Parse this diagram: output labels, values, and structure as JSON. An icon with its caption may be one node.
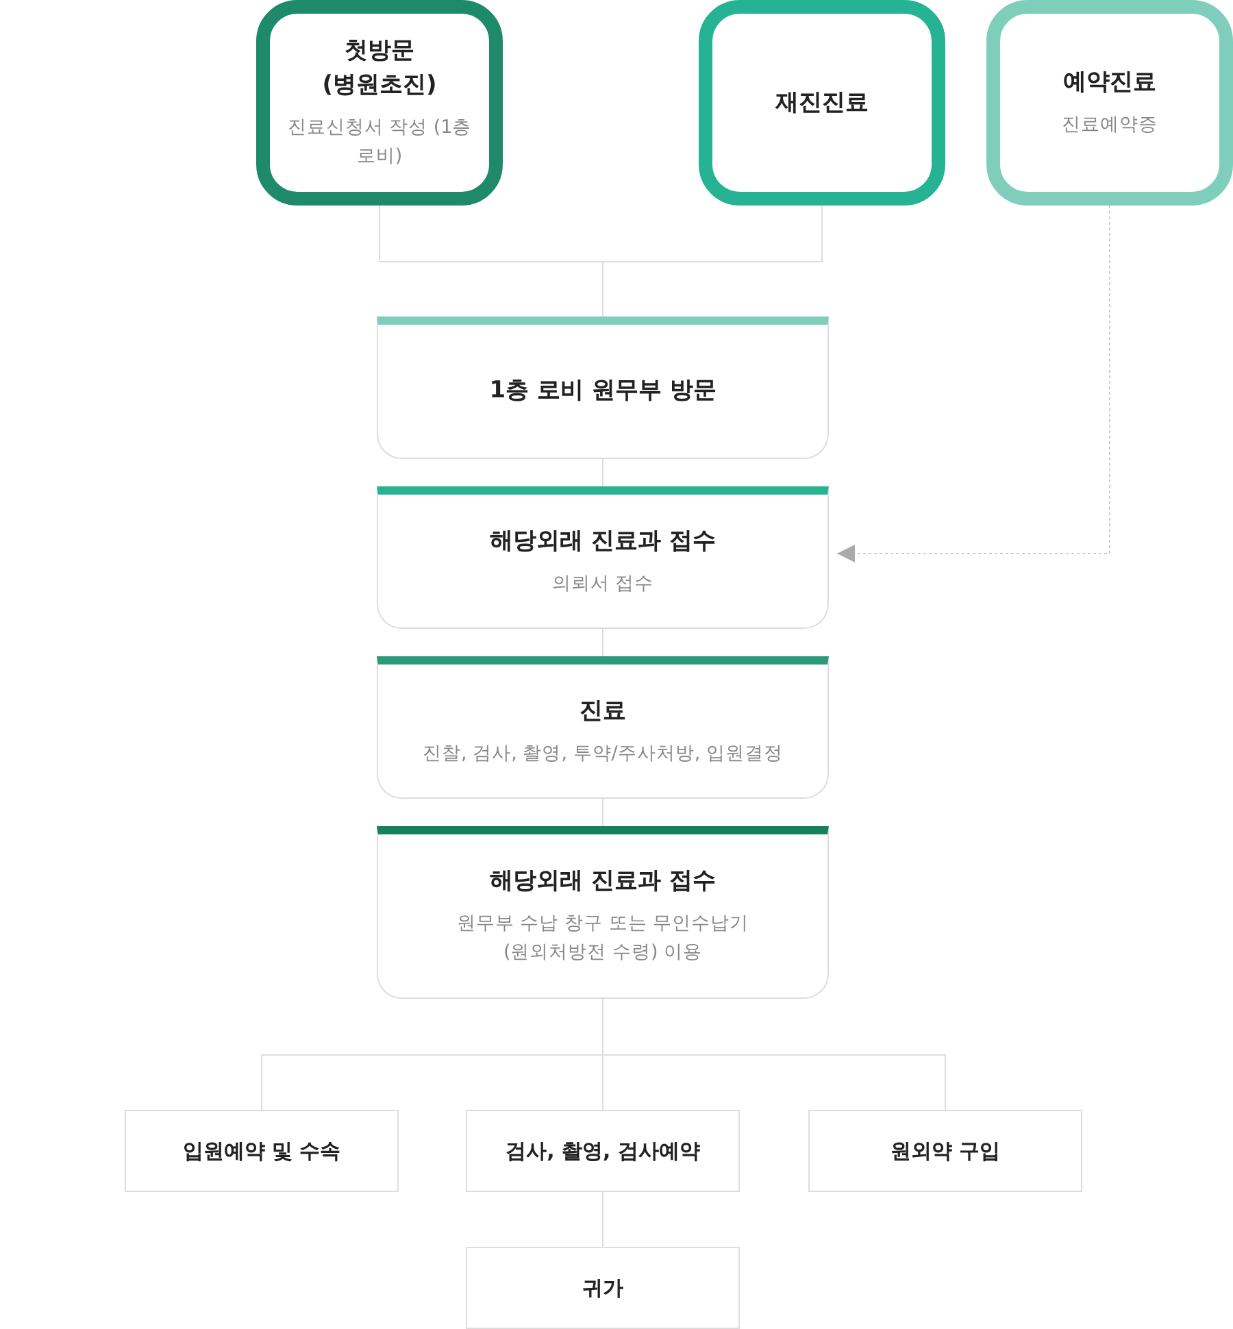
{
  "diagram": {
    "nodes": [
      {
        "text": [
          "첫방문 (병원초진)",
          "진료신청서 작성 (1층 로비)"
        ]
      },
      {
        "text": [
          "재진진료"
        ]
      },
      {
        "text": [
          "예약진료",
          "진료예약증"
        ]
      },
      {
        "text": [
          "1층 로비 원무부 방문"
        ]
      },
      {
        "text": [
          "해당외래 진료과 접수",
          "의뢰서 접수"
        ]
      },
      {
        "text": [
          "진료",
          "진찰, 검사, 촬영, 투약/주사처방, 입원결정"
        ]
      },
      {
        "text": [
          "해당외래 진료과 접수",
          "원무부 수납 창구 또는 무인수납기(원외처방전 수령) 이용"
        ]
      },
      {
        "text": [
          "입원예약 및 수속"
        ]
      },
      {
        "text": [
          "검사, 촬영, 검사예약"
        ]
      },
      {
        "text": [
          "원외약 구입"
        ]
      },
      {
        "text": [
          "귀가"
        ]
      }
    ],
    "edges": [
      {
        "from": 0,
        "to": 3,
        "arrow": "none"
      },
      {
        "from": 1,
        "to": 3,
        "arrow": "none"
      },
      {
        "from": 2,
        "to": 4,
        "arrow": "to",
        "style": "dashed"
      },
      {
        "from": 3,
        "to": 4,
        "arrow": "none"
      },
      {
        "from": 4,
        "to": 5,
        "arrow": "none"
      },
      {
        "from": 5,
        "to": 6,
        "arrow": "none"
      },
      {
        "from": 6,
        "to": 7,
        "arrow": "none"
      },
      {
        "from": 6,
        "to": 8,
        "arrow": "none"
      },
      {
        "from": 6,
        "to": 9,
        "arrow": "none"
      },
      {
        "from": 8,
        "to": 10,
        "arrow": "none"
      }
    ]
  }
}
